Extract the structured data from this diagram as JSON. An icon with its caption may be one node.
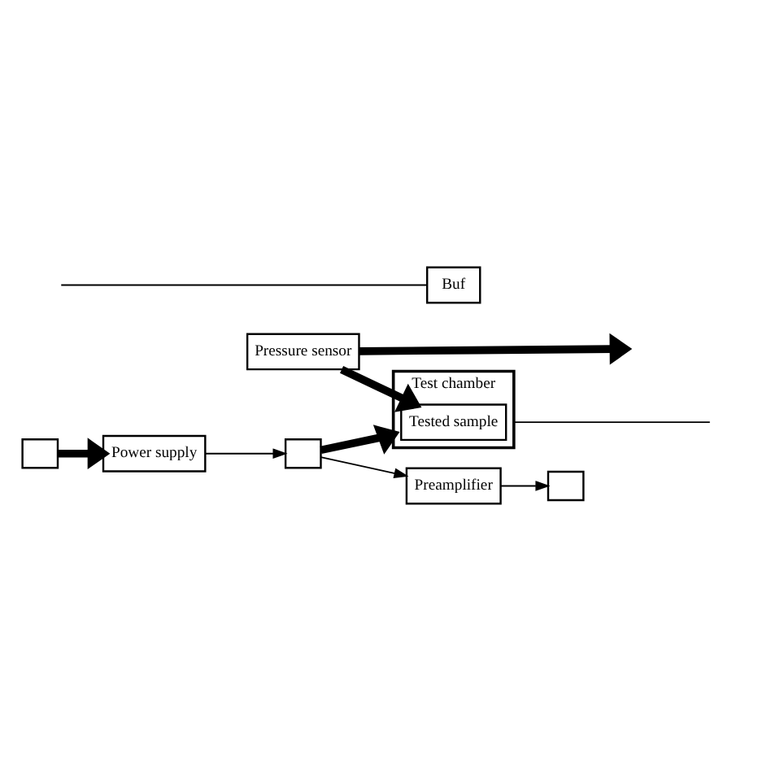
{
  "diagram": {
    "nodes": [
      {
        "text": [
          "Test chamber"
        ]
      },
      {
        "text": [
          "Tested sample"
        ],
        "in": 0
      },
      {
        "text": [
          "Power supply"
        ]
      },
      {
        "text": [
          "Preamplifier"
        ]
      },
      {
        "text": [
          "Pressure sensor"
        ]
      },
      {
        "text": [
          "Buf"
        ]
      },
      {
        "text": [],
        "shape": "box"
      },
      {
        "text": [],
        "shape": "box"
      },
      {
        "text": [],
        "shape": "box"
      }
    ],
    "edges": [
      {
        "from": 6,
        "to": 2,
        "arrow": "to",
        "style": "thick"
      },
      {
        "from": 2,
        "to": 8,
        "arrow": "to"
      },
      {
        "from": 8,
        "to": 0,
        "arrow": "to",
        "style": "thick"
      },
      {
        "from": 4,
        "to": 1,
        "arrow": "to",
        "style": "thick"
      },
      {
        "from": 8,
        "to": 3,
        "arrow": "to"
      },
      {
        "from": 3,
        "to": 7,
        "arrow": "to"
      },
      {
        "from": 4,
        "to": null,
        "arrow": "to",
        "style": "thick"
      },
      {
        "from": 0,
        "to": null,
        "arrow": "none"
      },
      {
        "from": null,
        "to": 5,
        "arrow": "none"
      }
    ]
  }
}
